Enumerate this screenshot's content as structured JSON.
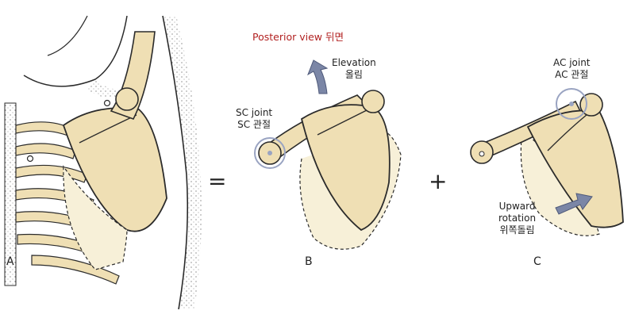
{
  "title": "Posterior view 뒤면",
  "panels": {
    "a": {
      "letter": "A"
    },
    "b": {
      "letter": "B",
      "motion": [
        "Elevation",
        "올림"
      ],
      "joint": [
        "SC joint",
        "SC 관절"
      ]
    },
    "c": {
      "letter": "C",
      "joint": [
        "AC joint",
        "AC 관절"
      ],
      "motion": [
        "Upward",
        "rotation",
        "위쪽돌림"
      ]
    }
  },
  "operators": {
    "equals": "=",
    "plus": "+"
  },
  "colors": {
    "bone": "#efdfb4",
    "bone_light": "#f7f0d8",
    "outline": "#2b2b2b",
    "arrow": "#7b86a6",
    "joint_ring": "#9aa4c2",
    "title": "#b22222"
  }
}
